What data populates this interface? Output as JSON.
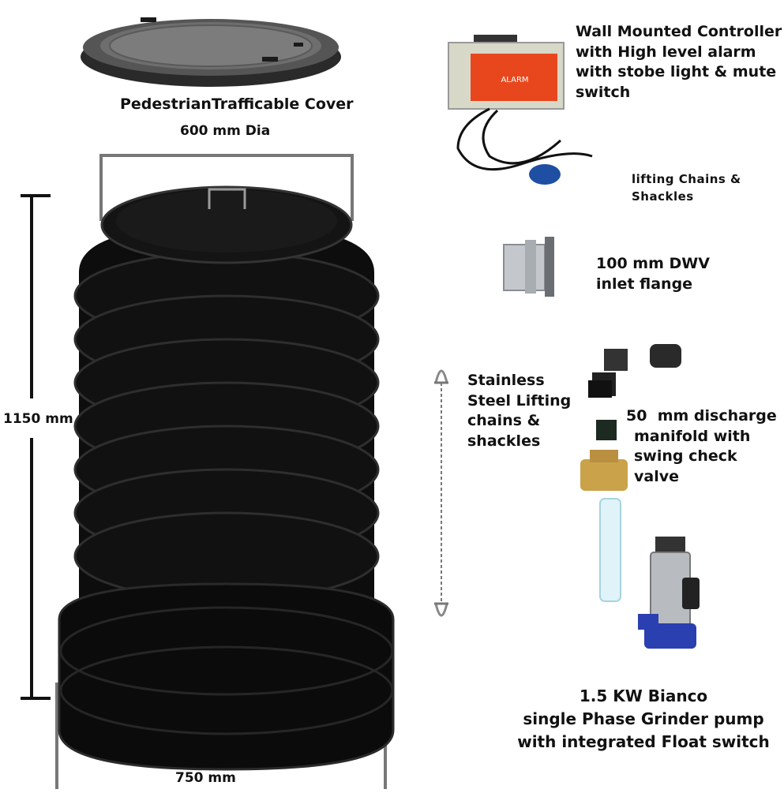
{
  "cover": {
    "title": "PedestrianTrafficable Cover",
    "diameter_label": "600 mm Dia"
  },
  "tank": {
    "height_label": "1150 mm",
    "base_width_label": "750 mm"
  },
  "controller": {
    "lines": [
      "Wall Mounted Controller",
      "with High level alarm",
      "with stobe light & mute",
      "switch"
    ],
    "panel_text": "ALARM"
  },
  "lifting_note": {
    "lines": [
      "lifting Chains &",
      "Shackles"
    ]
  },
  "inlet": {
    "lines": [
      "100 mm DWV",
      "inlet flange"
    ]
  },
  "chains": {
    "lines": [
      "Stainless",
      "Steel Lifting",
      "chains &",
      "shackles"
    ]
  },
  "manifold": {
    "size": "50",
    "lines": [
      "mm discharge",
      "manifold with",
      "swing check",
      "valve"
    ]
  },
  "pump": {
    "lines": [
      "1.5 KW Bianco",
      "single Phase Grinder pump",
      "with integrated Float switch"
    ]
  },
  "colors": {
    "tank": "#111111",
    "controller_panel": "#e8471e",
    "float_ball": "#1e4fa3",
    "pump_base": "#2a3fb0",
    "valve_brass": "#c9a24a"
  }
}
